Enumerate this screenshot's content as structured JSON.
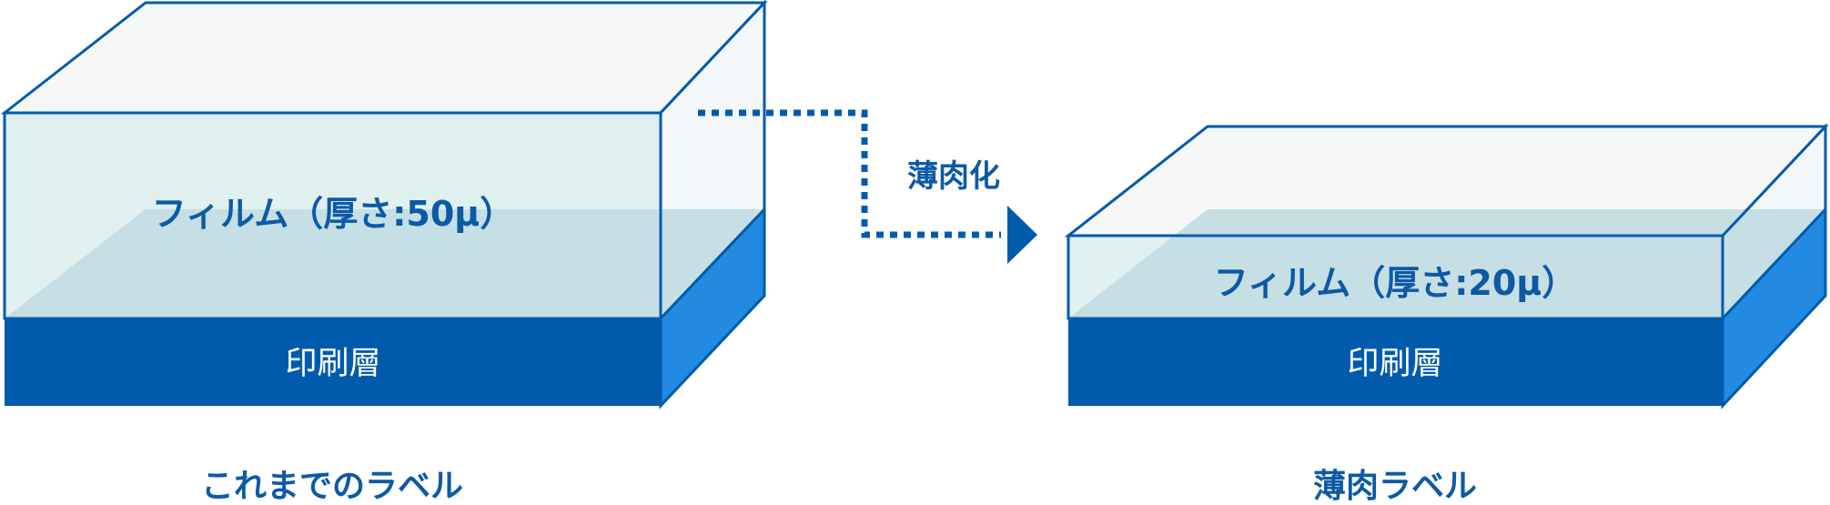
{
  "colors": {
    "primary": "#005bac",
    "side_blue": "#228ae0",
    "film_front": "#dff0ef",
    "film_front_shade": "#c5dfe5",
    "film_top": "#f5f8f7",
    "film_side": "#f3f7f9",
    "film_side_shade": "#dde8f2",
    "text_blue": "#0c5aa6"
  },
  "left_block": {
    "film_label": "フィルム（厚さ:50μ）",
    "print_label": "印刷層",
    "caption": "これまでのラベル"
  },
  "arrow": {
    "label": "薄肉化"
  },
  "right_block": {
    "film_label": "フィルム（厚さ:20μ）",
    "print_label": "印刷層",
    "caption": "薄肉ラベル"
  }
}
